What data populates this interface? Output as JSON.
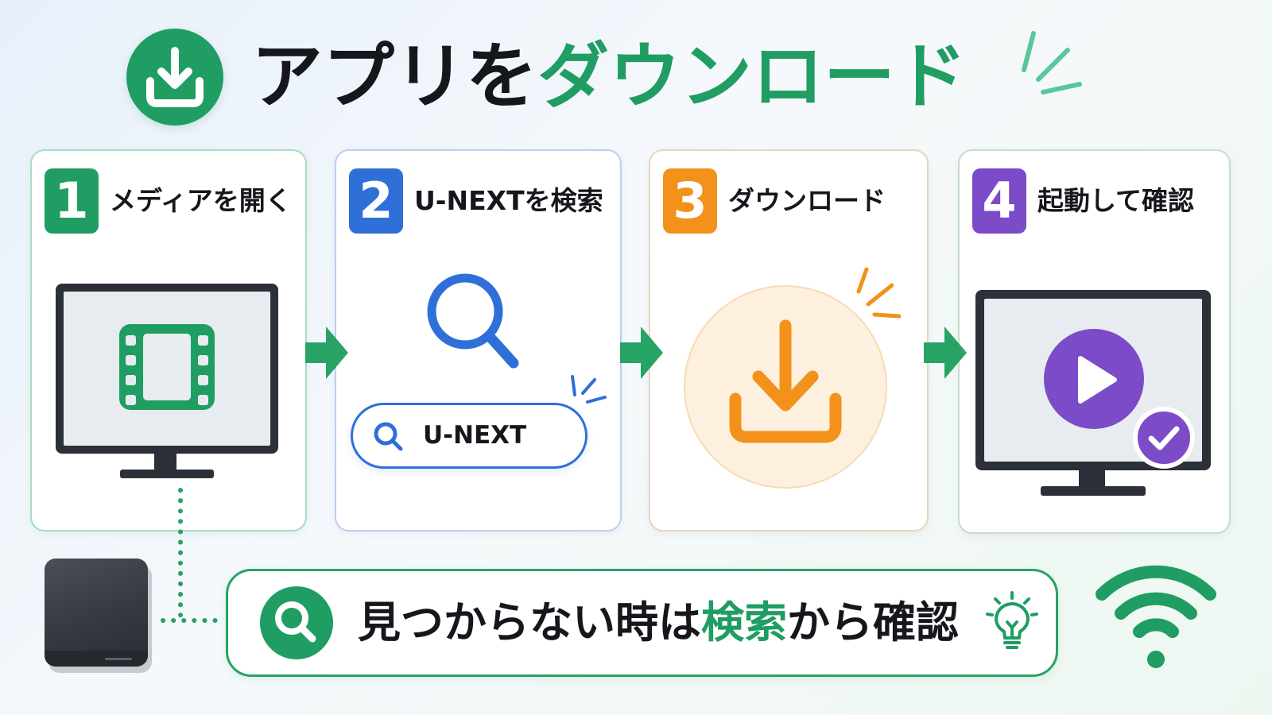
{
  "title": {
    "part1": "アプリを",
    "part2": "ダウンロード"
  },
  "steps": [
    {
      "number": "1",
      "label": "メディアを開く"
    },
    {
      "number": "2",
      "label": "U-NEXTを検索"
    },
    {
      "number": "3",
      "label": "ダウンロード"
    },
    {
      "number": "4",
      "label": "起動して確認"
    }
  ],
  "search_bar": {
    "value": "U-NEXT"
  },
  "tip": {
    "part1": "見つからない時は",
    "part2": "検索",
    "part3": "から確認"
  },
  "colors": {
    "green": "#1f9d63",
    "blue": "#2f6fd8",
    "orange": "#f2921a",
    "purple": "#7b4bc8",
    "arrow": "#27a365",
    "text": "#15171c"
  },
  "icons": {
    "title": "download-icon",
    "step1": "film-icon",
    "step1_frame": "monitor-icon",
    "step2": "search-icon",
    "step3": "download-icon",
    "step4": "play-icon",
    "step4_badge": "check-icon",
    "step4_frame": "monitor-icon",
    "flow": "arrow-right-icon",
    "tip": "search-icon",
    "tip_end": "lightbulb-icon",
    "device": "streaming-box-icon",
    "connection": "wifi-icon"
  }
}
